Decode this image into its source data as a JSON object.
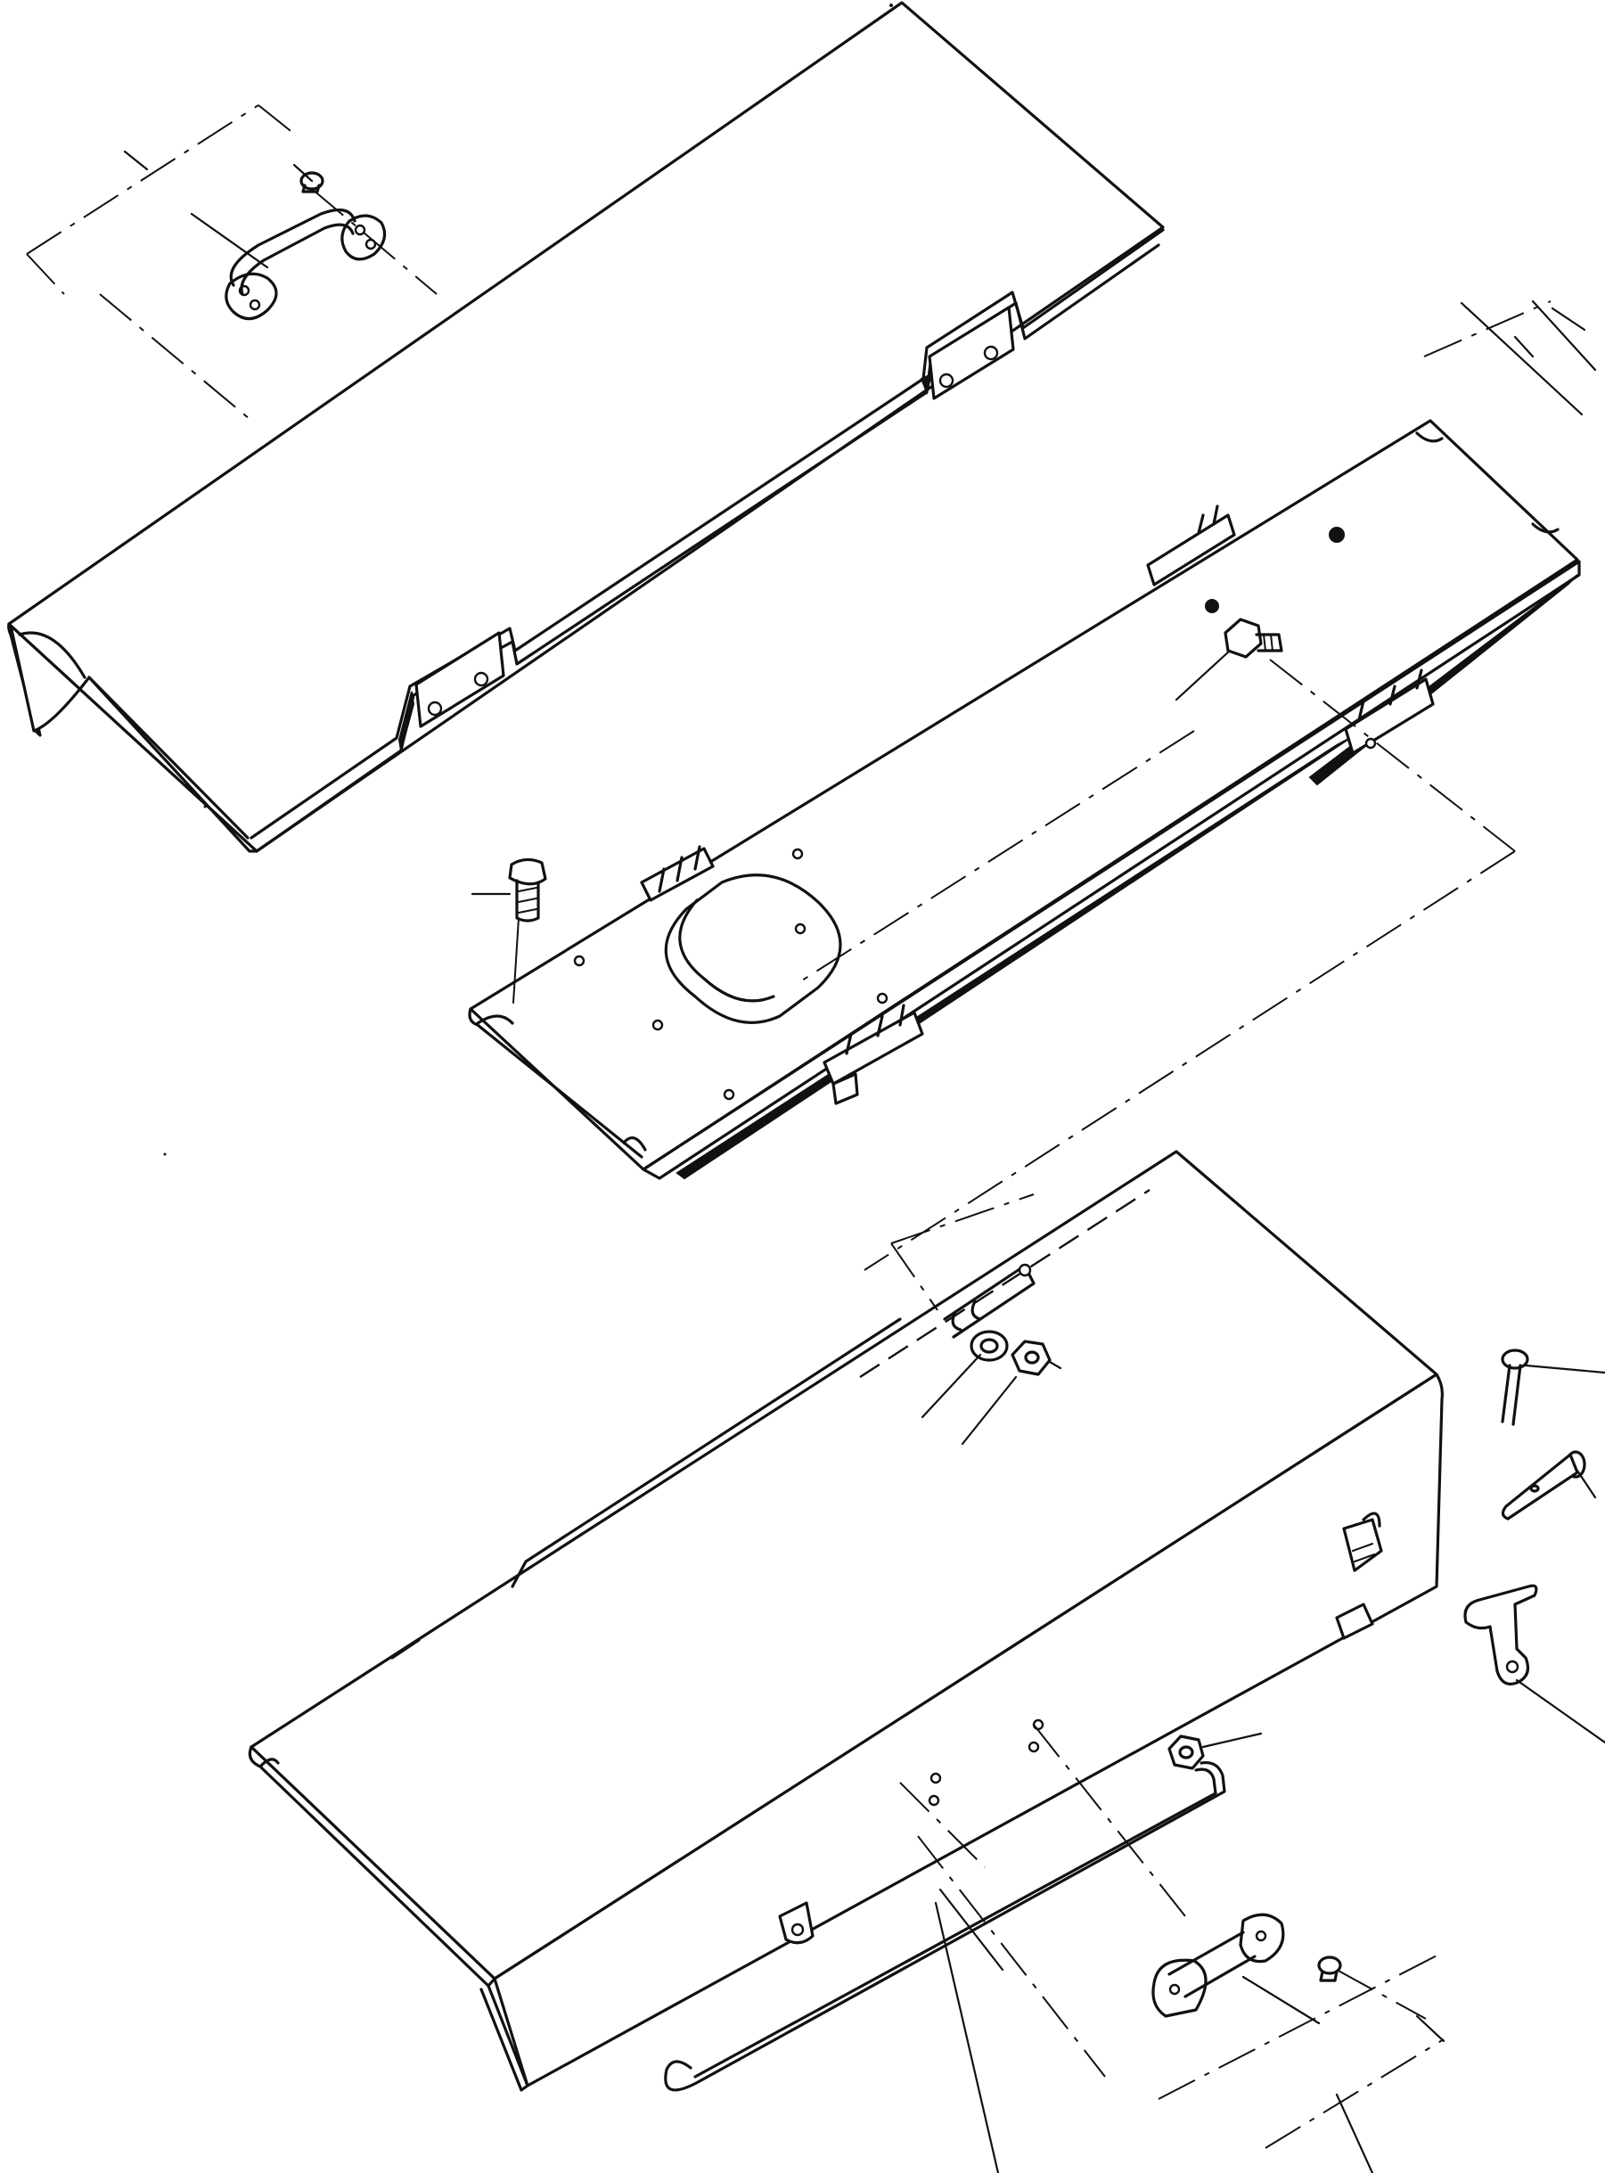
{
  "figure": {
    "kind": "exploded parts diagram",
    "colors": {
      "line": "#111111",
      "paper": "#ffffff"
    }
  },
  "components": [
    {
      "id": "upper-cover",
      "icon": "cover-panel-icon"
    },
    {
      "id": "upper-handle",
      "icon": "handle-icon"
    },
    {
      "id": "upper-handle-screw",
      "icon": "screw-icon"
    },
    {
      "id": "hinged-plate",
      "icon": "plate-icon"
    },
    {
      "id": "plate-bolt",
      "icon": "bolt-icon"
    },
    {
      "id": "plate-stud-nut",
      "icon": "stud-icon"
    },
    {
      "id": "lower-cover",
      "icon": "cover-panel-icon"
    },
    {
      "id": "lower-washer",
      "icon": "washer-icon"
    },
    {
      "id": "lower-nut",
      "icon": "nut-icon"
    },
    {
      "id": "cotter-pin",
      "icon": "cotter-pin-icon"
    },
    {
      "id": "clevis-pin",
      "icon": "pin-icon"
    },
    {
      "id": "t-latch",
      "icon": "latch-icon"
    },
    {
      "id": "rod-nut",
      "icon": "nut-icon"
    },
    {
      "id": "prop-rod",
      "icon": "rod-icon"
    },
    {
      "id": "lower-handle",
      "icon": "handle-icon"
    },
    {
      "id": "lower-handle-screw",
      "icon": "screw-icon"
    }
  ]
}
